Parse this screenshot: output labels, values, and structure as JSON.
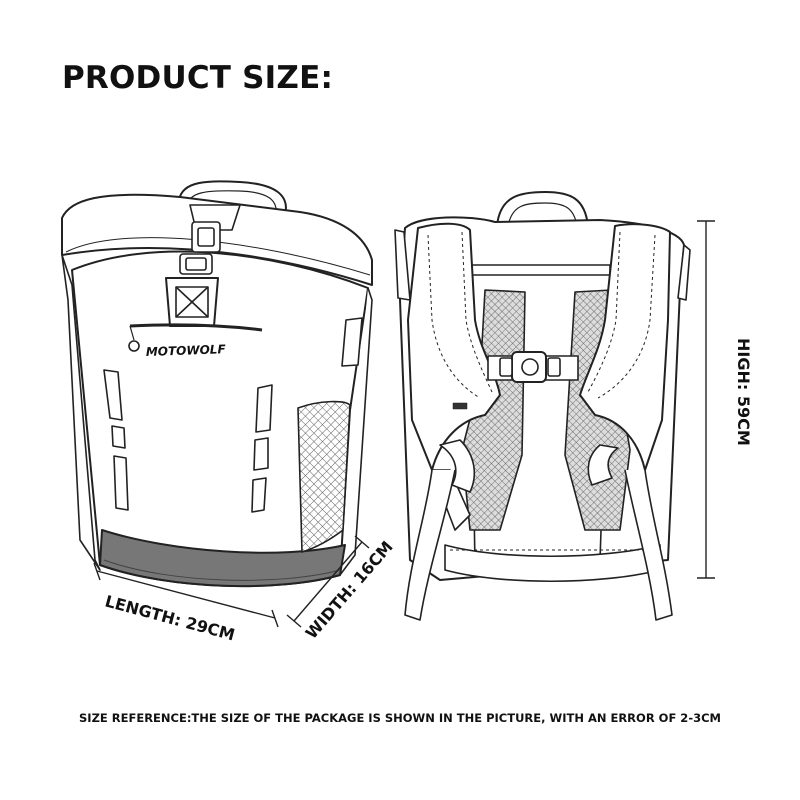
{
  "title": "PRODUCT SIZE:",
  "brand": "MOTOWOLF",
  "dimensions": {
    "length": "LENGTH: 29CM",
    "width": "WIDTH: 16CM",
    "height": "HIGH: 59CM"
  },
  "footer": "SIZE REFERENCE:THE SIZE OF THE PACKAGE IS SHOWN IN THE PICTURE, WITH AN ERROR OF 2-3CM"
}
